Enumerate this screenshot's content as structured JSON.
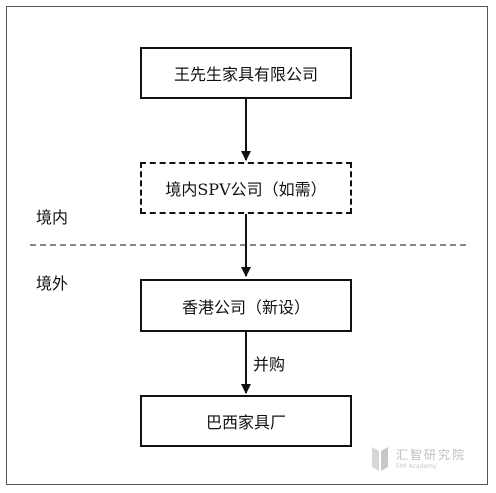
{
  "nodes": {
    "parent": "王先生家具有限公司",
    "spv": "境内SPV公司（如需）",
    "hk": "香港公司（新设）",
    "target": "巴西家具厂"
  },
  "zones": {
    "domestic": "境内",
    "overseas": "境外"
  },
  "edges": {
    "acquisition": "并购"
  },
  "watermark": {
    "cn": "汇智研究院",
    "en": "EMI Academy"
  },
  "colors": {
    "line": "#111111",
    "frame": "#555555",
    "watermark": "#8a8a8a"
  }
}
